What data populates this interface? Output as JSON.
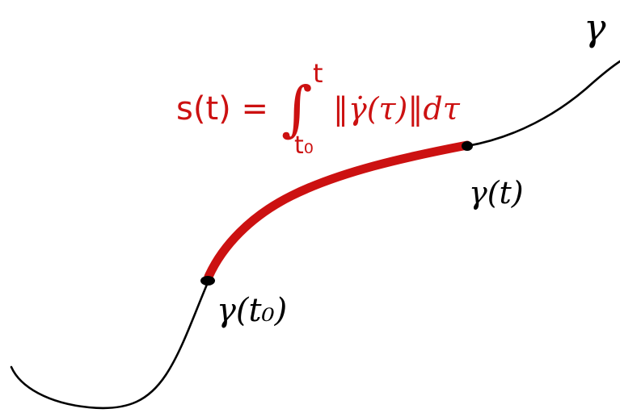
{
  "diagram": {
    "curve_name_label": "γ",
    "start_point_label": "γ(t₀)",
    "end_point_label": "γ(t)",
    "formula": {
      "lhs": "s(t) =",
      "integral_sign": "∫",
      "upper_limit": "t",
      "lower_limit": "t₀",
      "integrand": "‖γ̇(τ)‖dτ"
    },
    "colors": {
      "curve": "#000000",
      "arc_highlight": "#cc1111",
      "formula_text": "#cc1111",
      "label_text": "#000000",
      "background": "#ffffff"
    }
  }
}
